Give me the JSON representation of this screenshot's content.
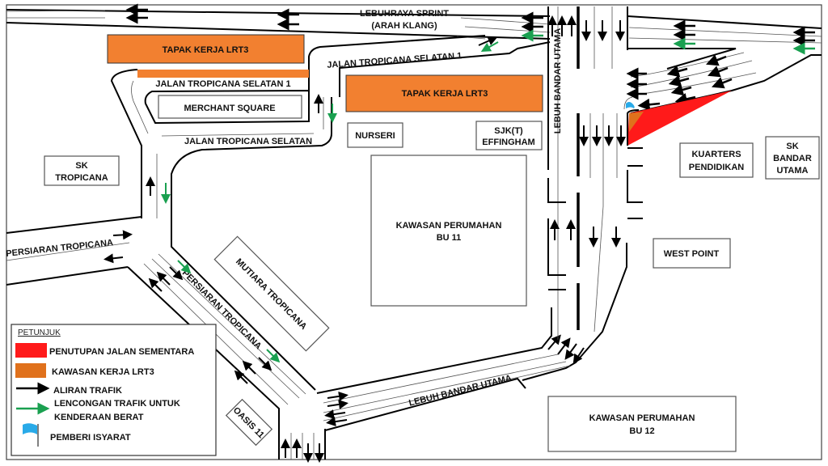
{
  "map": {
    "colors": {
      "closure": "#ff1a1a",
      "lrt3_work": "#f28030",
      "lrt3_legend": "#e0711c",
      "traffic": "#000000",
      "detour": "#1aa050",
      "flagman": "#29aae8"
    },
    "roads": {
      "sprint": "LEBUHRAYA SPRINT",
      "sprint_dir": "(ARAH KLANG)",
      "jts1_top": "JALAN TROPICANA SELATAN 1",
      "jts1": "JALAN TROPICANA SELATAN 1",
      "jts": "JALAN TROPICANA SELATAN",
      "lbu_vertical": "LEBUH BANDAR UTAMA",
      "lbu_bottom": "LEBUH BANDAR UTAMA",
      "persiaran_left": "PERSIARAN TROPICANA",
      "persiaran_diag": "PERSIARAN TROPICANA"
    },
    "places": {
      "lrt3_left": "TAPAK KERJA LRT3",
      "lrt3_mid": "TAPAK KERJA LRT3",
      "merchant": "MERCHANT SQUARE",
      "nurseri": "NURSERI",
      "sjkt_1": "SJK(T)",
      "sjkt_2": "EFFINGHAM",
      "sk_trop_1": "SK",
      "sk_trop_2": "TROPICANA",
      "bu11_1": "KAWASAN PERUMAHAN",
      "bu11_2": "BU 11",
      "kuarters_1": "KUARTERS",
      "kuarters_2": "PENDIDIKAN",
      "skbu_1": "SK",
      "skbu_2": "BANDAR",
      "skbu_3": "UTAMA",
      "westpoint": "WEST POINT",
      "mutiara": "MUTIARA TROPICANA",
      "oasis": "OASIS 11",
      "bu12_1": "KAWASAN PERUMAHAN",
      "bu12_2": "BU 12"
    },
    "legend": {
      "title": "PETUNJUK",
      "items": [
        {
          "label": "PENUTUPAN JALAN SEMENTARA"
        },
        {
          "label": "KAWASAN KERJA LRT3"
        },
        {
          "label": "ALIRAN TRAFIK"
        },
        {
          "label": "LENCONGAN TRAFIK UNTUK"
        },
        {
          "label": "KENDERAAN BERAT"
        },
        {
          "label": "PEMBERI ISYARAT"
        }
      ]
    }
  }
}
